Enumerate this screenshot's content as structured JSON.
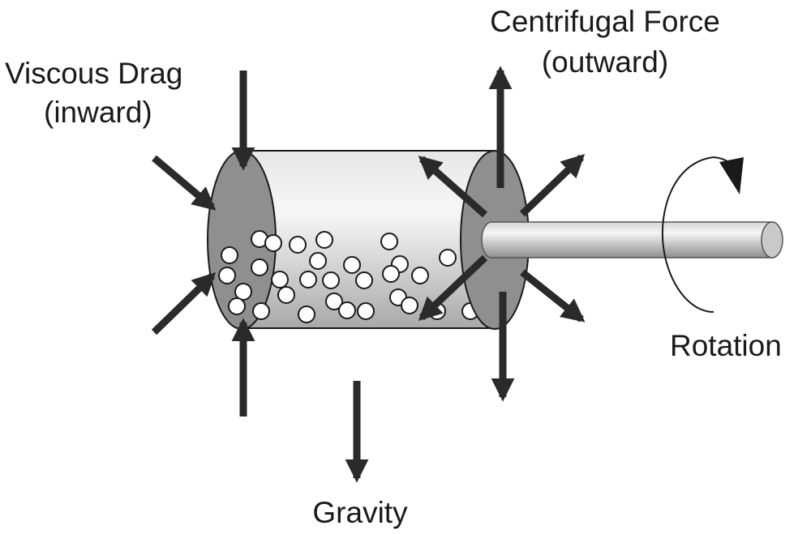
{
  "labels": {
    "viscous_drag_line1": "Viscous Drag",
    "viscous_drag_line2": "(inward)",
    "centrifugal_line1": "Centrifugal Force",
    "centrifugal_line2": "(outward)",
    "rotation": "Rotation",
    "gravity": "Gravity"
  },
  "colors": {
    "arrow": "#2a2a2a",
    "end_cap": "#8f8f8f",
    "tube_light": "#f2f2f2",
    "tube_dark": "#b5b5b5",
    "shaft_light": "#f0f0f0",
    "shaft_dark": "#9a9a9a",
    "particle_fill": "#ffffff",
    "outline": "#1a1a1a"
  },
  "icons": {
    "inward_arrows": "arrow-inward-icon",
    "outward_arrows": "arrow-outward-icon",
    "gravity_arrow": "arrow-down-icon",
    "rotation": "rotation-arrow-icon"
  }
}
